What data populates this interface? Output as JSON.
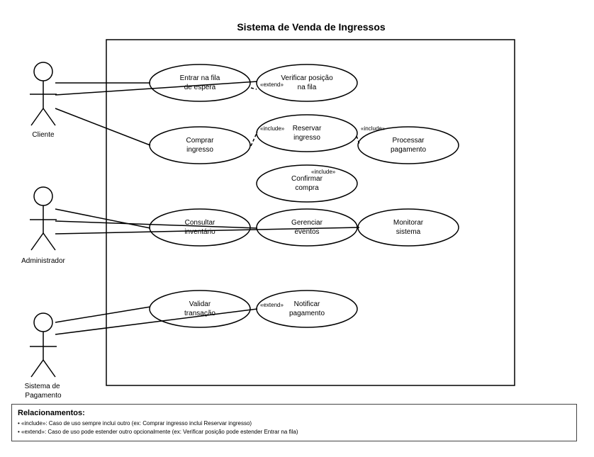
{
  "title": "Sistema de Venda de Ingressos",
  "actors": [
    {
      "id": "cliente",
      "label": "Cliente"
    },
    {
      "id": "admin",
      "label": "Administrador"
    },
    {
      "id": "pagamento",
      "label": "Sistema de Pagamento"
    }
  ],
  "use_cases": [
    {
      "id": "entrar-fila",
      "lines": [
        "Entrar na fila",
        "de espera"
      ]
    },
    {
      "id": "verificar-posicao",
      "lines": [
        "Verificar posição",
        "na fila"
      ]
    },
    {
      "id": "comprar-ingresso",
      "lines": [
        "Comprar",
        "ingresso"
      ]
    },
    {
      "id": "reservar-ingresso",
      "lines": [
        "Reservar",
        "ingresso"
      ]
    },
    {
      "id": "processar-pagamento",
      "lines": [
        "Processar",
        "pagamento"
      ]
    },
    {
      "id": "confirmar-compra",
      "lines": [
        "Confirmar",
        "compra"
      ]
    },
    {
      "id": "consultar-inventario",
      "lines": [
        "Consultar",
        "inventário"
      ]
    },
    {
      "id": "gerenciar-eventos",
      "lines": [
        "Gerenciar",
        "eventos"
      ]
    },
    {
      "id": "monitorar-sistema",
      "lines": [
        "Monitorar",
        "sistema"
      ]
    },
    {
      "id": "validar-transacao",
      "lines": [
        "Validar",
        "transação"
      ]
    },
    {
      "id": "notificar-pagamento",
      "lines": [
        "Notificar",
        "pagamento"
      ]
    }
  ],
  "stereotypes": {
    "extend1": "«extend»",
    "include1": "«include»",
    "include2": "«include»",
    "include3": "«include»",
    "extend2": "«extend»"
  },
  "legend": {
    "title": "Relacionamentos:",
    "line1": "• «include»: Caso de uso sempre inclui outro (ex: Comprar ingresso inclui Reservar ingresso)",
    "line2": "• «extend»: Caso de uso pode estender outro opcionalmente (ex: Verificar posição pode estender Entrar na fila)"
  }
}
